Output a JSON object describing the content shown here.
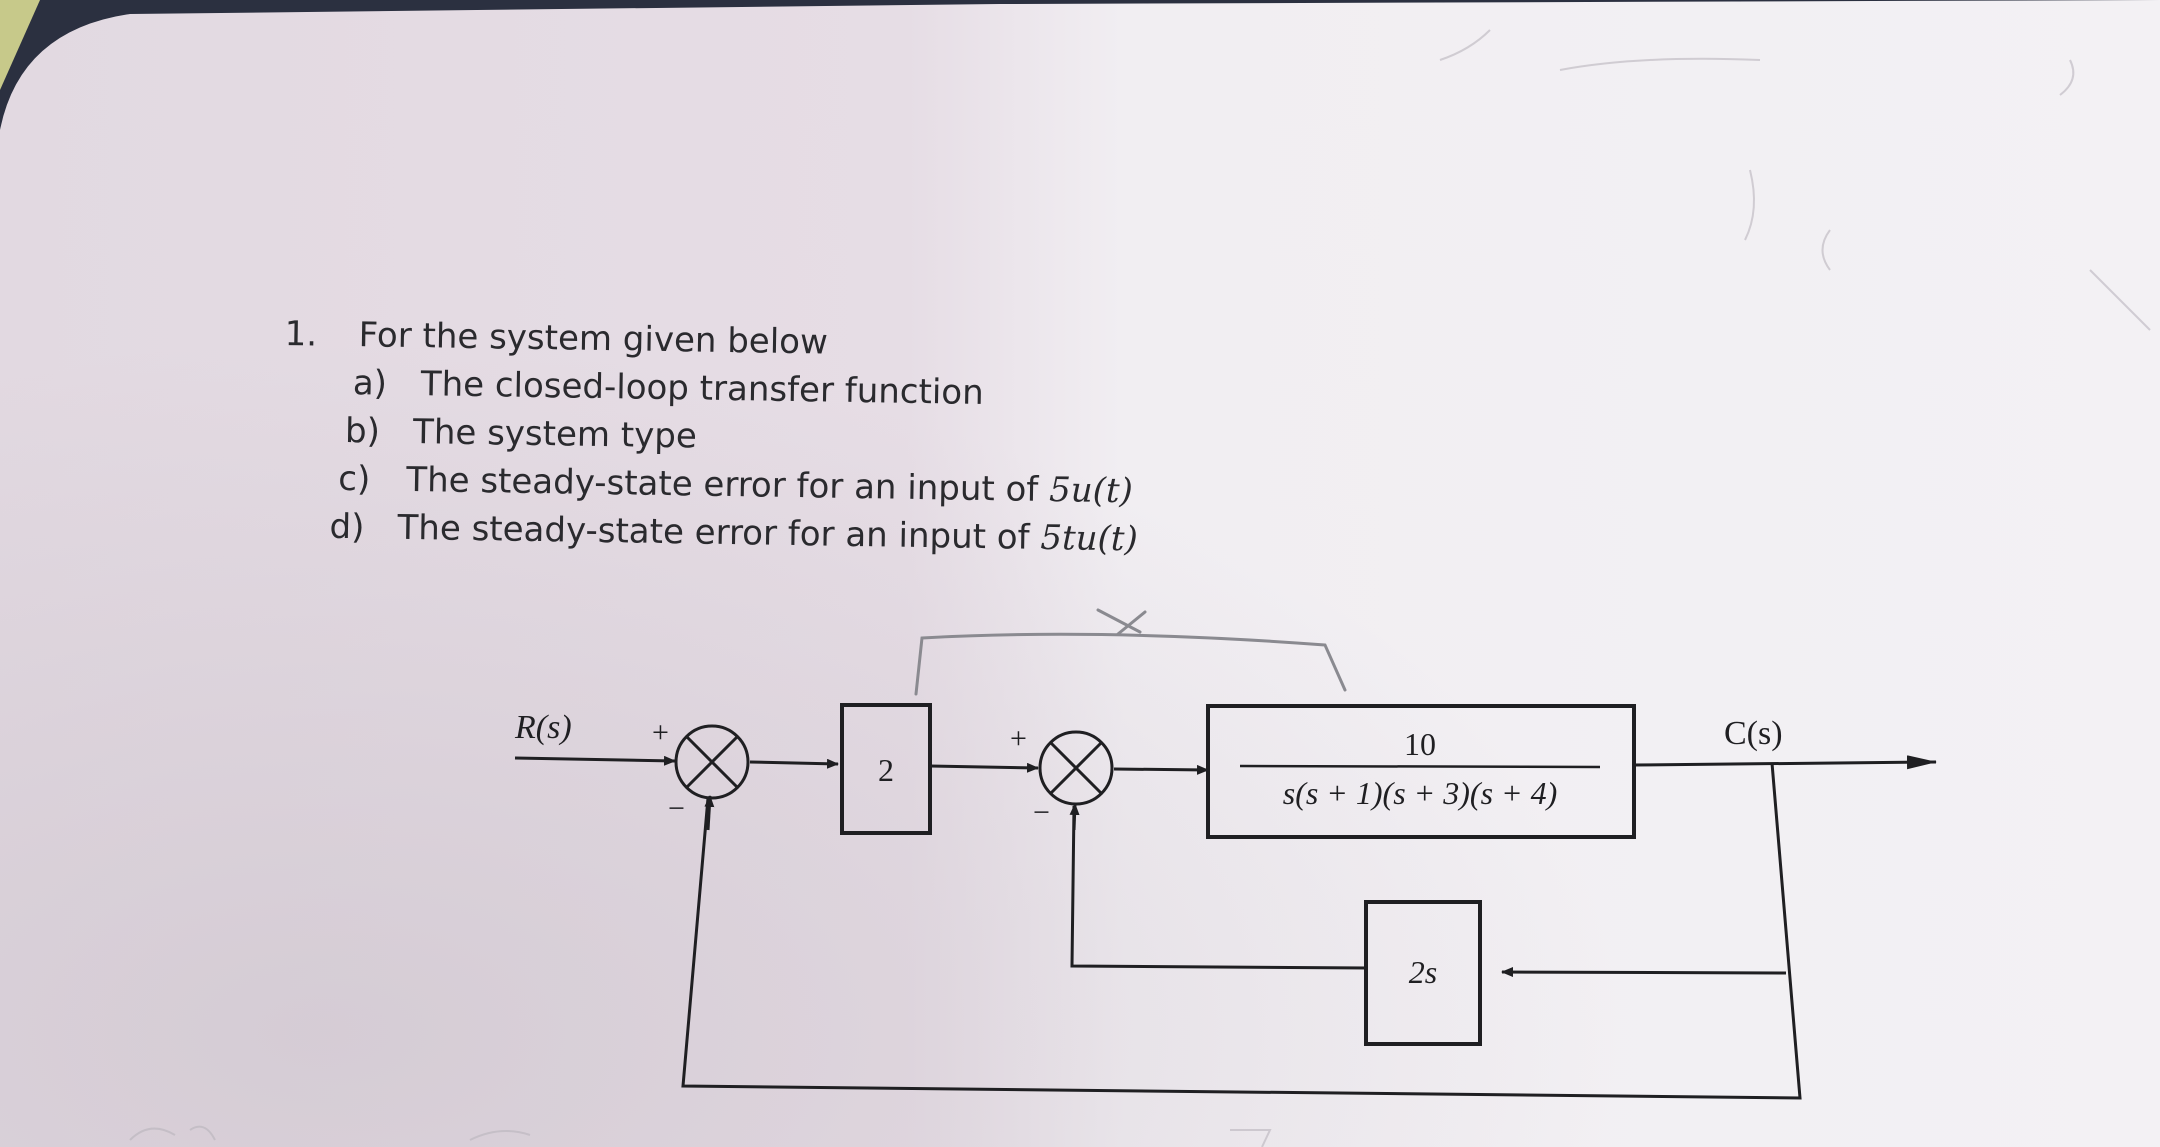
{
  "question": {
    "number": "1.",
    "prompt": "For the system given below",
    "items": [
      {
        "label": "a)",
        "text": "The closed-loop transfer function",
        "input": ""
      },
      {
        "label": "b)",
        "text": "The system type",
        "input": ""
      },
      {
        "label": "c)",
        "text": "The steady-state error for an input of ",
        "input": "5u(t)"
      },
      {
        "label": "d)",
        "text": "The steady-state error for an input of ",
        "input": "5tu(t)"
      }
    ]
  },
  "diagram": {
    "input_label": "R(s)",
    "output_label": "C(s)",
    "gain_block": "2",
    "plant_numerator": "10",
    "plant_denominator": "s(s + 1)(s + 3)(s + 4)",
    "inner_feedback_block": "2s",
    "sum1_plus": "+",
    "sum1_minus": "−",
    "sum2_plus": "+",
    "sum2_minus": "−"
  },
  "colors": {
    "paper_left": "#e1d7e0",
    "paper_right": "#f3f1f4",
    "ink": "#1f1f22",
    "text": "#2a2a2e",
    "background": "#2b3040",
    "pencil": "#8a8a90"
  }
}
